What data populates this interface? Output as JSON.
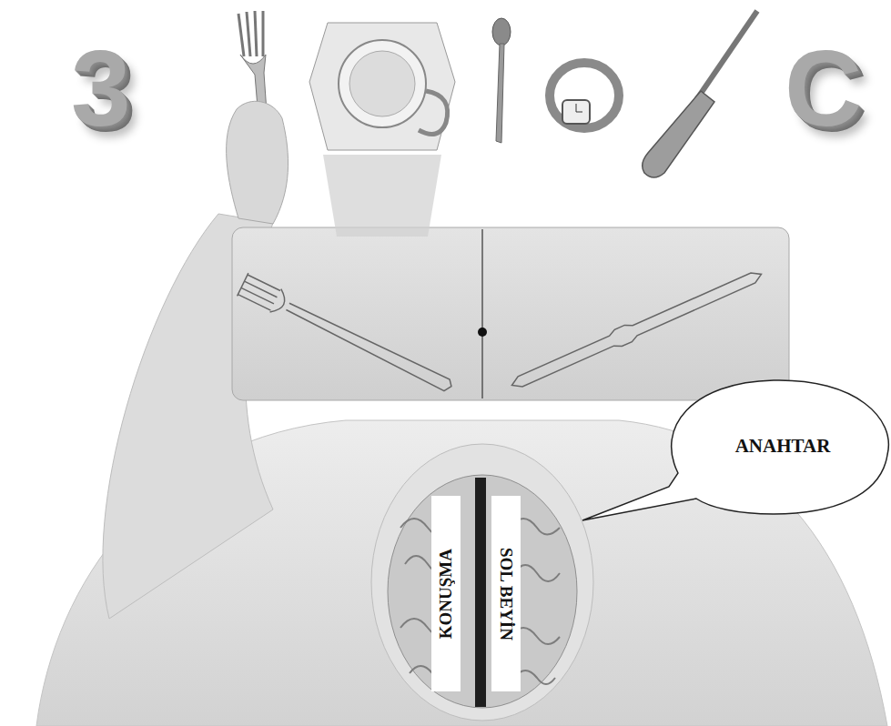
{
  "diagram": {
    "nodes": [
      {
        "text": [
          "ANAHTAR"
        ]
      },
      {
        "text": [
          "KONUŞMA"
        ]
      },
      {
        "text": [
          "SOL BEYİN"
        ]
      }
    ],
    "labels": [
      "3",
      "C"
    ]
  }
}
